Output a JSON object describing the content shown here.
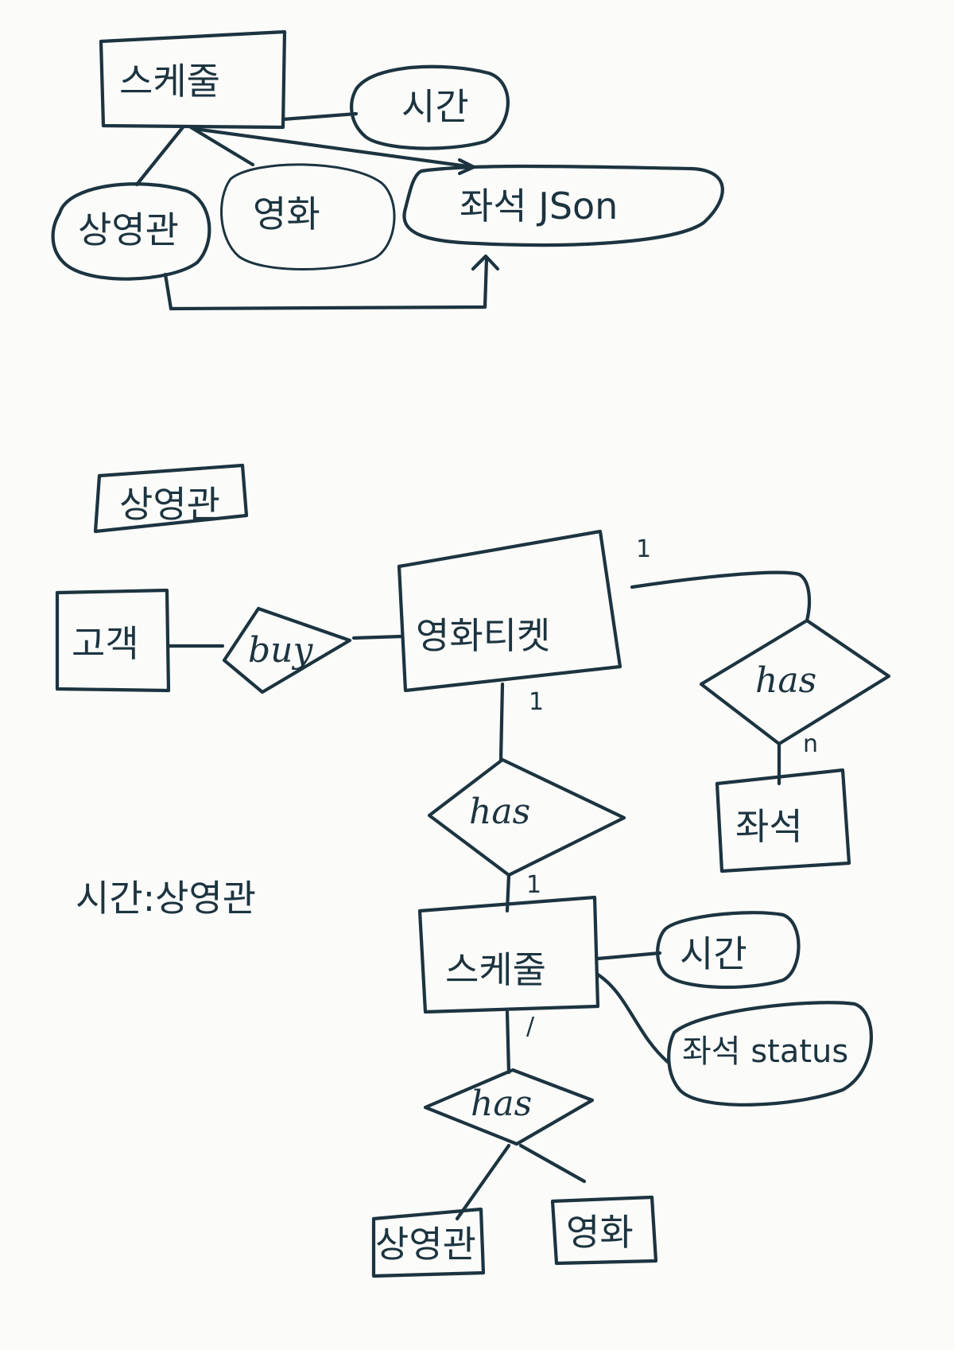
{
  "top_diagram": {
    "schedule": "스케줄",
    "time": "시간",
    "theater": "상영관",
    "movie": "영화",
    "seat_json": "좌석 JSon"
  },
  "bottom_diagram": {
    "theater_box": "상영관",
    "customer": "고객",
    "buy": "buy",
    "ticket": "영화티켓",
    "has_seat": "has",
    "seat": "좌석",
    "has_schedule": "has",
    "schedule": "스케줄",
    "time": "시간",
    "seat_status": "좌석 status",
    "has_bottom": "has",
    "theater": "상영관",
    "movie": "영화",
    "card_ticket_seat_ticket": "1",
    "card_ticket_seat_seat": "n",
    "card_ticket_schedule_ticket": "1",
    "card_ticket_schedule_schedule": "1",
    "card_schedule_has": "/"
  },
  "note": "시간:상영관"
}
